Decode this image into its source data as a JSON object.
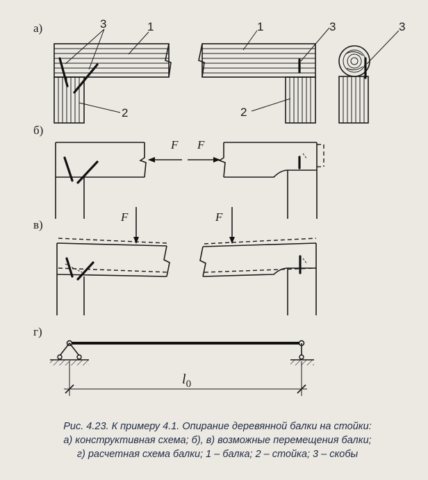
{
  "panels": {
    "a": "а)",
    "b": "б)",
    "v": "в)",
    "g": "г)"
  },
  "labels": {
    "beam": "1",
    "post": "2",
    "clamp": "3"
  },
  "force": "F",
  "span": "l",
  "span_sub": "0",
  "caption": {
    "line1": "Рис. 4.23. К примеру 4.1. Опирание деревянной балки на стойки:",
    "line2": "а) конструктивная схема; б), в) возможные перемещения балки;",
    "line3": "г) расчетная схема балки; 1 – балка; 2 – стойка; 3 – скобы"
  }
}
